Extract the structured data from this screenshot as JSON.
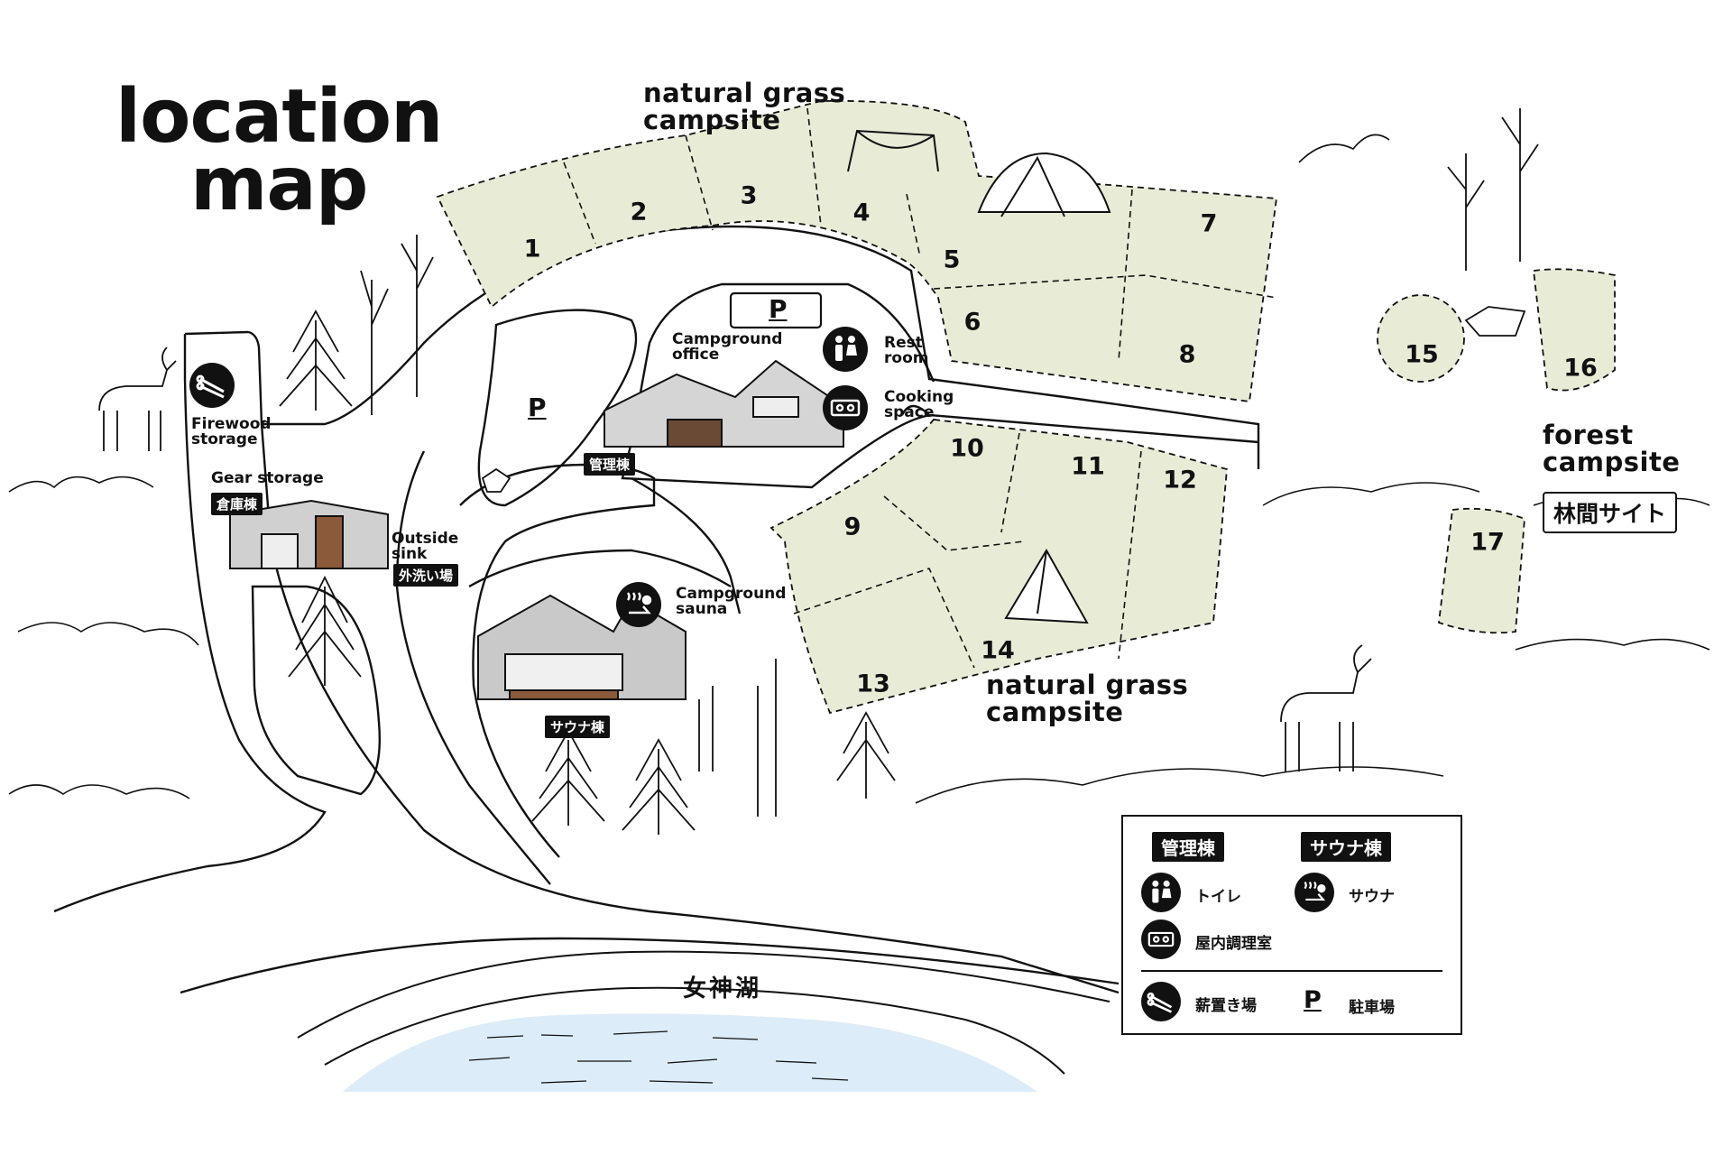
{
  "title": "location\nmap",
  "zones": {
    "north": "natural grass\ncampsite",
    "south": "natural grass\ncampsite",
    "forest": "forest\ncampsite",
    "forest_jp": "林間サイト"
  },
  "sites": [
    "1",
    "2",
    "3",
    "4",
    "5",
    "6",
    "7",
    "8",
    "9",
    "10",
    "11",
    "12",
    "13",
    "14",
    "15",
    "16",
    "17"
  ],
  "facilities": {
    "firewood": "Firewood\nstorage",
    "gear_storage": "Gear storage",
    "gear_storage_jp": "倉庫棟",
    "outside_sink": "Outside\nsink",
    "outside_sink_jp": "外洗い場",
    "office": "Campground\noffice",
    "office_jp": "管理棟",
    "rest_room": "Rest\nroom",
    "cooking": "Cooking\nspace",
    "sauna": "Campground\nsauna",
    "sauna_jp": "サウナ棟",
    "parking": "P"
  },
  "lake": "女神湖",
  "legend": {
    "office_head": "管理棟",
    "sauna_head": "サウナ棟",
    "toilet": "トイレ",
    "sauna": "サウナ",
    "cooking_room": "屋内調理室",
    "firewood": "薪置き場",
    "parking_symbol": "P",
    "parking": "駐車場"
  },
  "colors": {
    "site_fill": "#e8ecd6",
    "lake_fill": "#dcecf8",
    "line": "#111111"
  }
}
